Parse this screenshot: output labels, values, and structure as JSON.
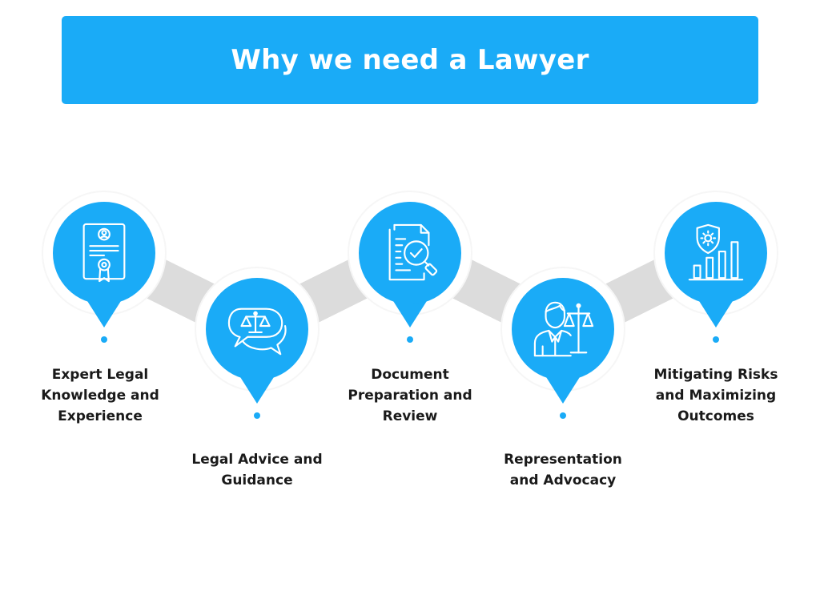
{
  "title": "Why we need a Lawyer",
  "colors": {
    "accent": "#1aabf7",
    "connector": "#dcdcdc",
    "halo": "#f6f6f6",
    "icon_stroke": "#ffffff",
    "text": "#1a1a1a"
  },
  "steps": [
    {
      "label": "Expert Legal Knowledge and Experience",
      "icon": "certificate-icon"
    },
    {
      "label": "Legal Advice and Guidance",
      "icon": "scales-speech-bubbles-icon"
    },
    {
      "label": "Document Preparation and Review",
      "icon": "document-review-icon"
    },
    {
      "label": "Representation and Advocacy",
      "icon": "lawyer-with-scales-icon"
    },
    {
      "label": "Mitigating Risks and Maximizing Outcomes",
      "icon": "shield-chart-icon"
    }
  ]
}
